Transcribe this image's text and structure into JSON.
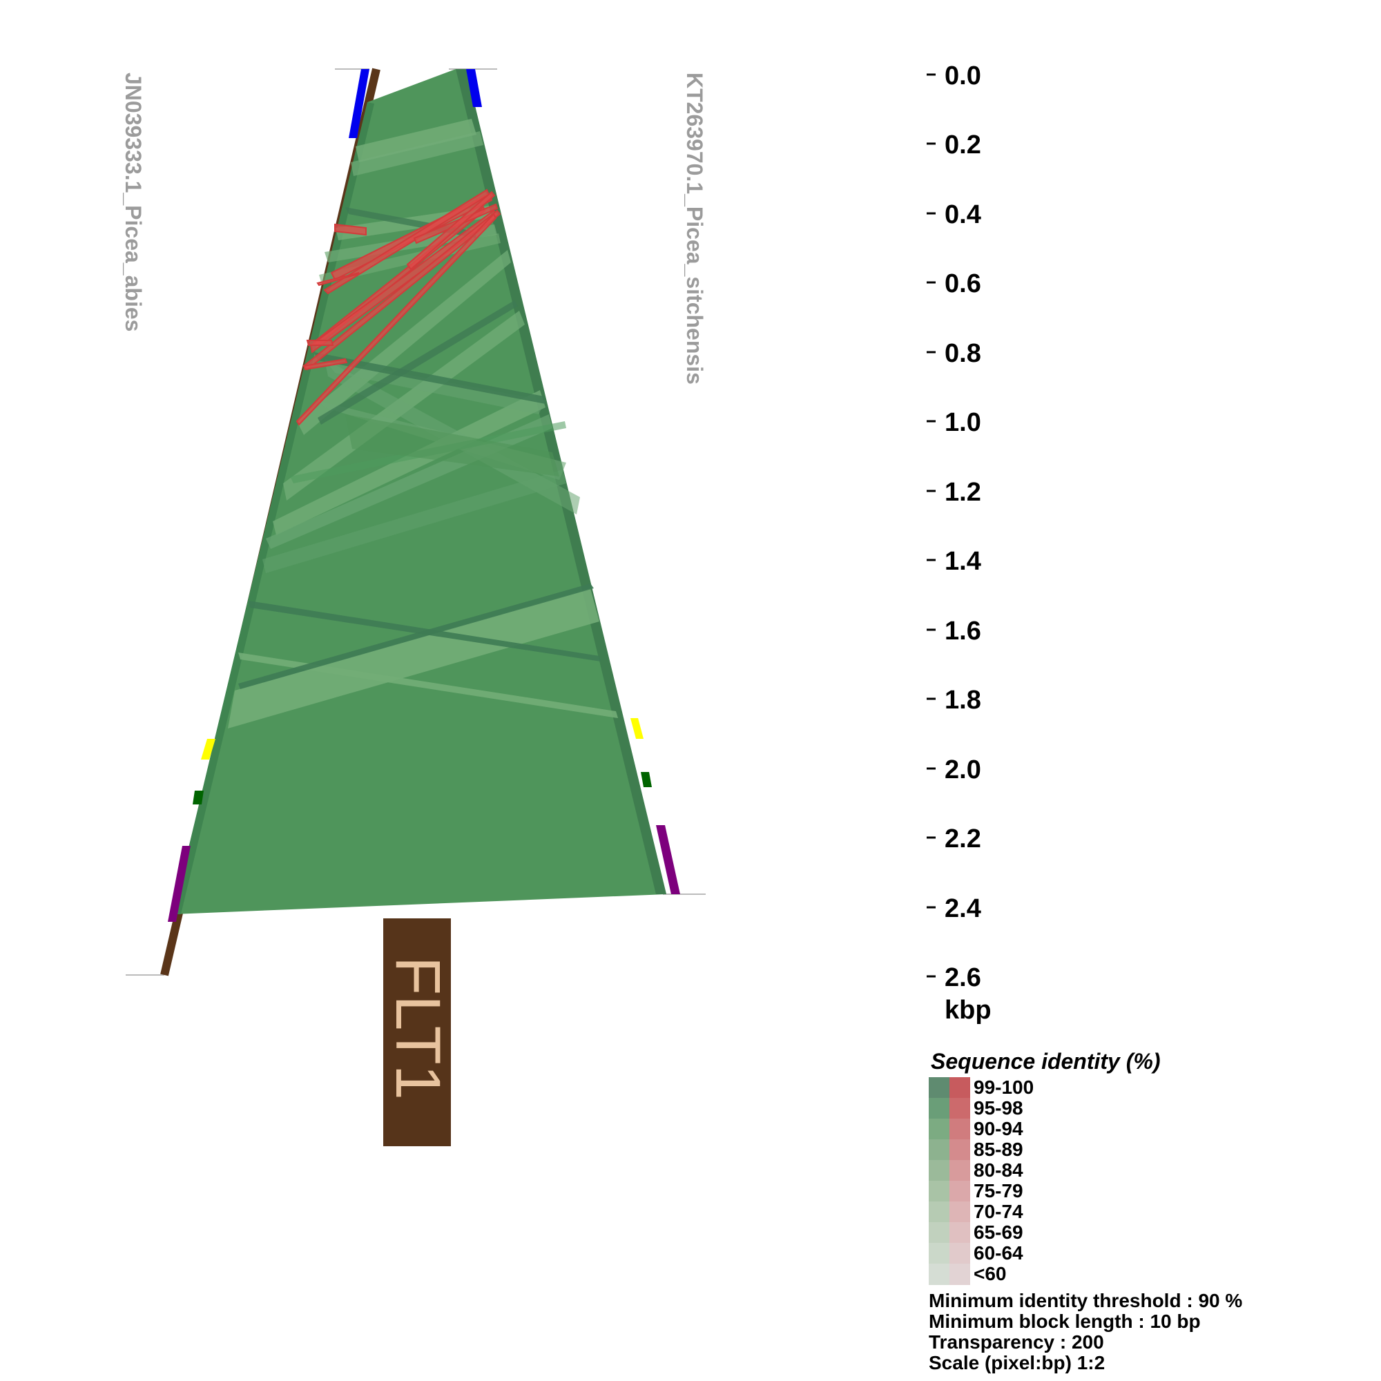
{
  "sequences": {
    "left_name": "JN039333.1_Picea_abies",
    "right_name": "KT263970.1_Picea_sitchensis"
  },
  "scale": {
    "ticks": [
      "0.0",
      "0.2",
      "0.4",
      "0.6",
      "0.8",
      "1.0",
      "1.2",
      "1.4",
      "1.6",
      "1.8",
      "2.0",
      "2.2",
      "2.4",
      "2.6"
    ],
    "unit": "kbp"
  },
  "legend": {
    "title": "Sequence identity (%)",
    "bins": [
      "99-100",
      "95-98",
      "90-94",
      "85-89",
      "80-84",
      "75-79",
      "70-74",
      "65-69",
      "60-64",
      "<60"
    ],
    "green_colors": [
      "#5f8b70",
      "#6a9e78",
      "#7cab82",
      "#8db28f",
      "#9bba9a",
      "#a9c3a6",
      "#b6cbb3",
      "#c1d1be",
      "#cbd8c9",
      "#d5ddd4"
    ],
    "red_colors": [
      "#c75b5e",
      "#cc6a6c",
      "#d07c7e",
      "#d48b8d",
      "#d89b9c",
      "#dba8aa",
      "#deb5b6",
      "#e0c0c1",
      "#e1cacb",
      "#e2d3d4"
    ]
  },
  "params": {
    "threshold": "Minimum identity threshold : 90 %",
    "block_length": "Minimum block length : 10 bp",
    "transparency": "Transparency : 200",
    "scale": "Scale (pixel:bp) 1:2"
  },
  "gene": {
    "name": "FLT1",
    "box_color": "#56341a",
    "text_color": "#e8c39e"
  },
  "colors": {
    "main_green": "#4f955b",
    "light_green": "#72ad77",
    "dark_green": "#3e7b54",
    "red": "#e04848",
    "brown_axis": "#5a3519",
    "blue": "#0000ee",
    "yellow": "#ffff00",
    "feature_green": "#006400",
    "purple": "#7d007d"
  }
}
